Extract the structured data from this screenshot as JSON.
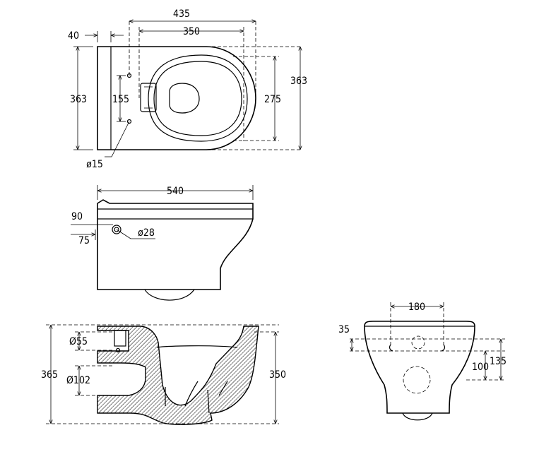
{
  "top_view": {
    "dims": {
      "total_depth": "435",
      "bowl_depth": "350",
      "back_offset": "40",
      "width_left": "363",
      "width_right": "363",
      "inner_width": "275",
      "fixing_spacing": "155",
      "fixing_hole": "ø15"
    }
  },
  "side_view": {
    "dims": {
      "length": "540",
      "inlet_height": "90",
      "inlet_offset": "75",
      "inlet_diameter": "ø28"
    }
  },
  "section_view": {
    "dims": {
      "total_height": "365",
      "rim_height": "350",
      "inlet_diameter": "Ø55",
      "outlet_diameter": "Ø102"
    }
  },
  "rear_view": {
    "dims": {
      "fixing_spacing": "180",
      "fixing_offset": "35",
      "outlet_height": "100",
      "outlet_top": "135"
    }
  }
}
